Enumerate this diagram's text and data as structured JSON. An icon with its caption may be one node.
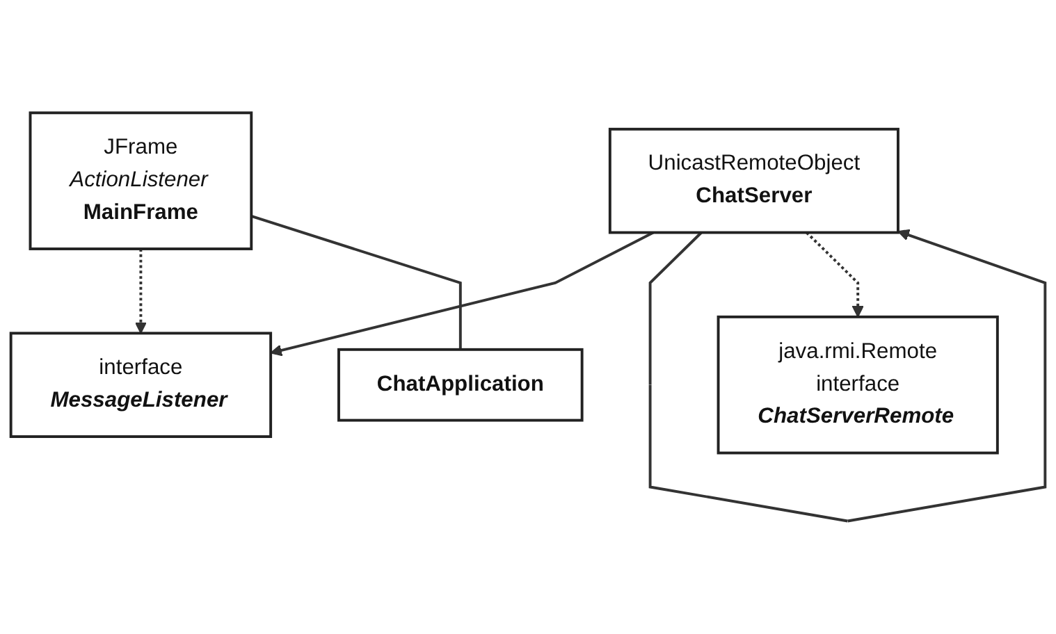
{
  "diagram": {
    "nodes": [
      {
        "text": [
          "interface",
          "MessageListener"
        ]
      },
      {
        "text": [
          "UnicastRemoteObject",
          "ChatServer"
        ]
      },
      {
        "text": [
          "java.rmi.Remote",
          "interface",
          "ChatServerRemote"
        ]
      },
      {
        "text": [
          "JFrame",
          "ActionListener",
          "MainFrame"
        ]
      },
      {
        "text": [
          "ChatApplication"
        ]
      }
    ],
    "edges": [
      {
        "from": 1,
        "to": 0,
        "arrow": "to"
      },
      {
        "from": 1,
        "to": 1,
        "arrow": "to"
      },
      {
        "from": 1,
        "to": 2,
        "arrow": "to",
        "style": "dashed"
      },
      {
        "from": 3,
        "to": 0,
        "arrow": "to",
        "style": "dashed"
      },
      {
        "from": 3,
        "to": 4,
        "arrow": "none"
      }
    ]
  }
}
